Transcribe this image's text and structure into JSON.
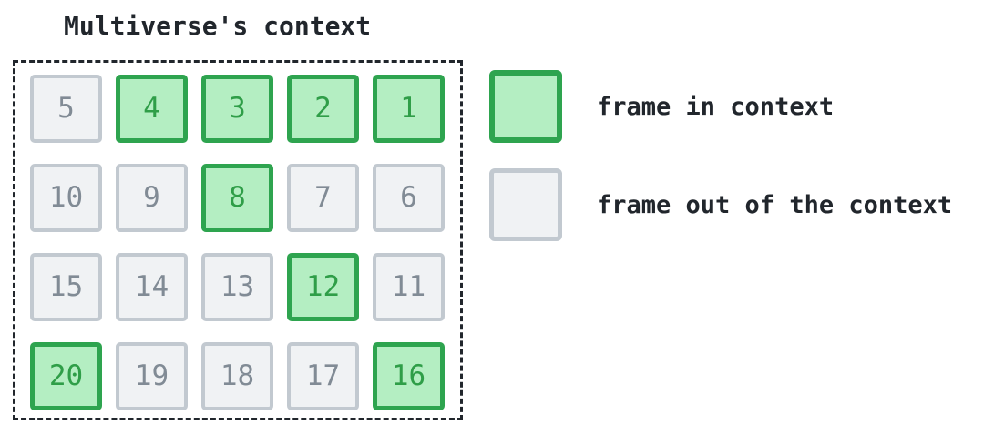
{
  "title": "Multiverse's context",
  "colors": {
    "in_context_border": "#2ea44f",
    "in_context_fill": "#b4eec2",
    "in_context_text": "#2f9e48",
    "out_context_border": "#c2c9d0",
    "out_context_fill": "#f0f2f4",
    "out_context_text": "#818b95",
    "boundary_dash": "#21262c"
  },
  "cells": [
    {
      "n": "5",
      "state": "out",
      "cls": "cell out"
    },
    {
      "n": "4",
      "state": "in",
      "cls": "cell in"
    },
    {
      "n": "3",
      "state": "in",
      "cls": "cell in"
    },
    {
      "n": "2",
      "state": "in",
      "cls": "cell in"
    },
    {
      "n": "1",
      "state": "in",
      "cls": "cell in"
    },
    {
      "n": "10",
      "state": "out",
      "cls": "cell out"
    },
    {
      "n": "9",
      "state": "out",
      "cls": "cell out"
    },
    {
      "n": "8",
      "state": "in",
      "cls": "cell in"
    },
    {
      "n": "7",
      "state": "out",
      "cls": "cell out"
    },
    {
      "n": "6",
      "state": "out",
      "cls": "cell out"
    },
    {
      "n": "15",
      "state": "out",
      "cls": "cell out"
    },
    {
      "n": "14",
      "state": "out",
      "cls": "cell out"
    },
    {
      "n": "13",
      "state": "out",
      "cls": "cell out"
    },
    {
      "n": "12",
      "state": "in",
      "cls": "cell in"
    },
    {
      "n": "11",
      "state": "out",
      "cls": "cell out"
    },
    {
      "n": "20",
      "state": "in",
      "cls": "cell in"
    },
    {
      "n": "19",
      "state": "out",
      "cls": "cell out"
    },
    {
      "n": "18",
      "state": "out",
      "cls": "cell out"
    },
    {
      "n": "17",
      "state": "out",
      "cls": "cell out"
    },
    {
      "n": "16",
      "state": "in",
      "cls": "cell in"
    }
  ],
  "legend": [
    {
      "swatch": "in",
      "label": "frame in context"
    },
    {
      "swatch": "out",
      "label": "frame out of the context"
    }
  ]
}
